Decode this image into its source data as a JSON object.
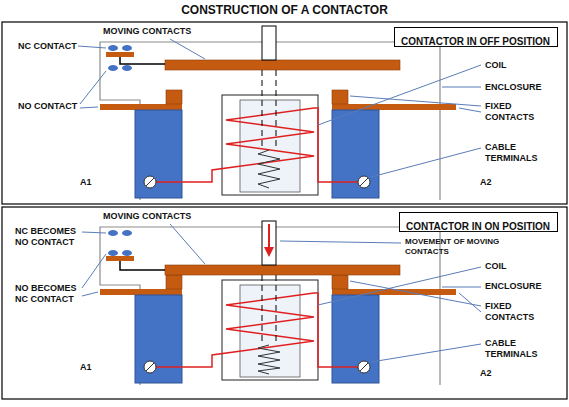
{
  "diagram": {
    "title": "CONSTRUCTION OF A CONTACTOR",
    "nodes": [
      {
        "text": [
          "CONTACTOR IN OFF POSITION"
        ]
      },
      {
        "text": [
          "CONTACTOR IN ON POSITION"
        ]
      }
    ],
    "labels": [
      "MOVING CONTACTS",
      "NC CONTACT",
      "COIL",
      "ENCLOSURE",
      "FIXED CONTACTS",
      "NO CONTACT",
      "CABLE TERMINALS",
      "A1",
      "A2",
      "MOVING CONTACTS",
      "NC BECOMES NO CONTACT",
      "MOVEMENT OF MOVING CONTACTS",
      "COIL",
      "ENCLOSURE",
      "NO BECOMES NC CONTACT",
      "FIXED CONTACTS",
      "CABLE TERMINALS",
      "A1",
      "A2"
    ]
  }
}
